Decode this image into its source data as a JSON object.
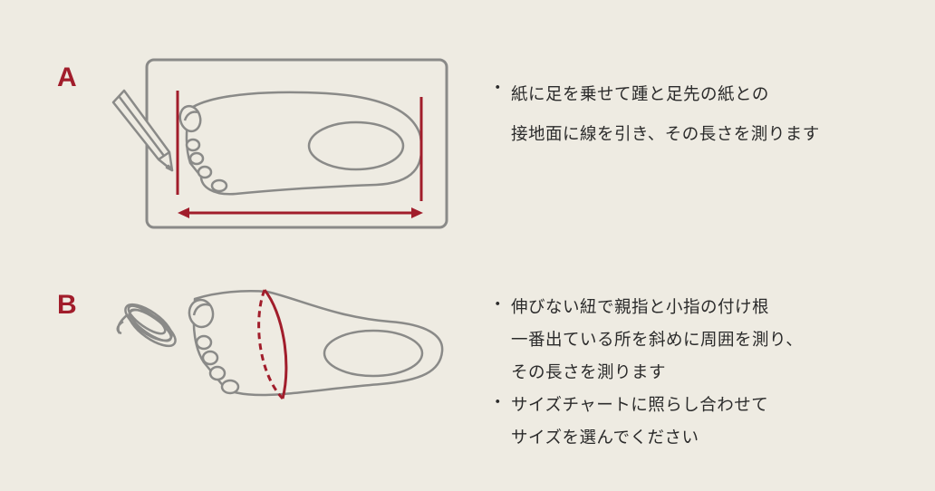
{
  "colors": {
    "background": "#eeebe2",
    "accent": "#a11d2b",
    "line": "#8a8a88",
    "text": "#2b2b2b"
  },
  "method_a": {
    "label": "A",
    "instructions": [
      [
        "紙に足を乗せて踵と足先の紙との",
        "接地面に線を引き、その長さを測ります"
      ]
    ]
  },
  "method_b": {
    "label": "B",
    "instructions": [
      [
        "伸びない紐で親指と小指の付け根",
        "一番出ている所を斜めに周囲を測り、",
        "その長さを測ります"
      ],
      [
        "サイズチャートに照らし合わせて",
        "サイズを選んでください"
      ]
    ]
  }
}
